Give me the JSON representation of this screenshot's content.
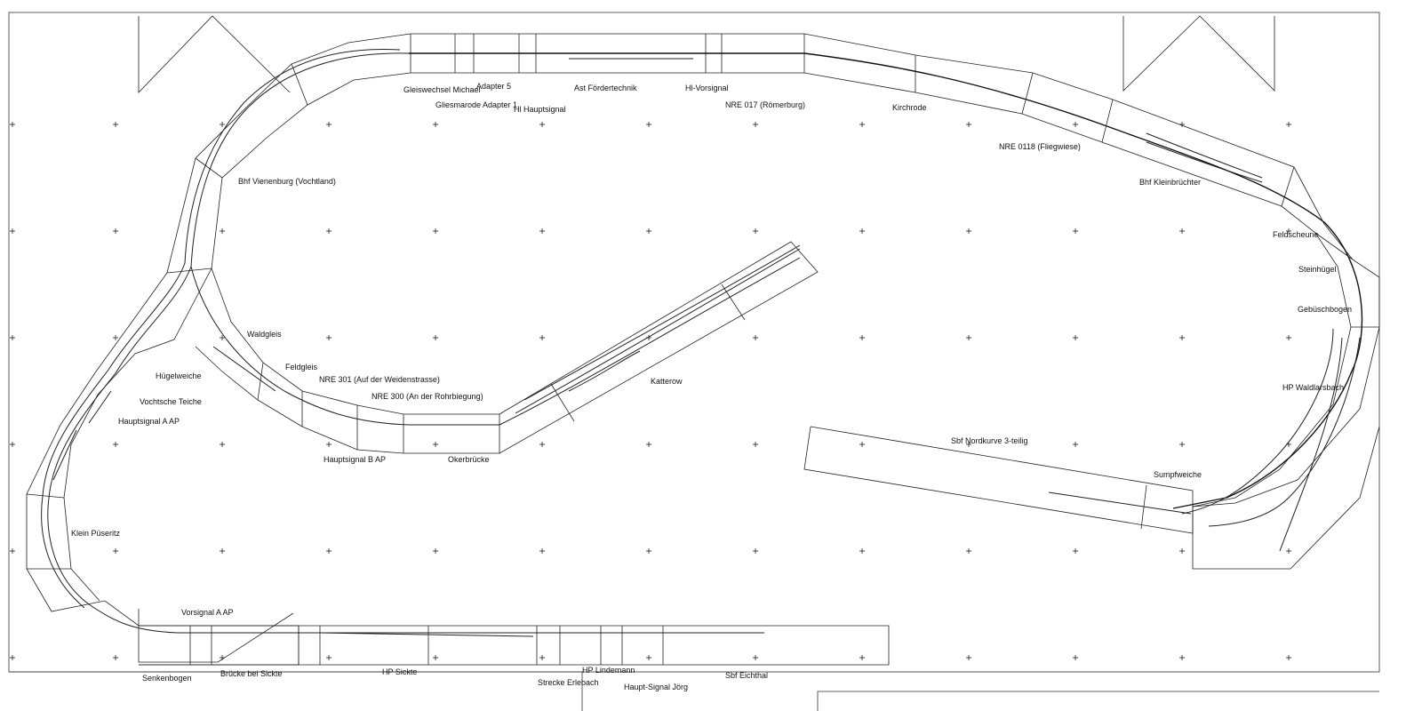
{
  "labels": {
    "gleiswechsel_michael": "Gleiswechsel Michael",
    "adapter_5": "Adapter 5",
    "gliesmarode_adapter": "Gliesmarode Adapter 1",
    "hl_hauptsignal": "Hl Hauptsignal",
    "ast_foerdertechnik": "Ast Fördertechnik",
    "hl_vorsignal": "Hl-Vorsignal",
    "nre_017": "NRE 017 (Römerburg)",
    "kirchrode": "Kirchrode",
    "nre_0118": "NRE 0118 (Fliegwiese)",
    "bhf_kleinbruechter": "Bhf Kleinbrüchter",
    "feldscheune": "Feldscheune",
    "steinhuegel": "Steinhügel",
    "gebueschbogen": "Gebüschbogen",
    "hp_waldlarsbach": "HP Waldlarsbach",
    "sbf_nordkurve": "Sbf Nordkurve 3-teilig",
    "sumpfweiche": "Sumpfweiche",
    "bhf_vienenburg": "Bhf Vienenburg (Vochtland)",
    "waldgleis": "Waldgleis",
    "feldgleis": "Feldgleis",
    "nre_301": "NRE 301 (Auf der Weidenstrasse)",
    "nre_300": "NRE 300 (An der Rohrbiegung)",
    "katterow": "Katterow",
    "huegelweiche": "Hügelweiche",
    "vochtsche_teiche": "Vochtsche Teiche",
    "hauptsignal_a": "Hauptsignal A AP",
    "hauptsignal_b": "Hauptsignal B AP",
    "okerbruecke": "Okerbrücke",
    "klein_pueseritz": "Klein Püseritz",
    "vorsignal_a": "Vorsignal A AP",
    "senkenbogen": "Senkenbogen",
    "bruecke_sickte": "Brücke bei Sickte",
    "hp_sickte": "HP Sickte",
    "hp_lindemann": "HP Lindemann",
    "strecke_erlebach": "Strecke Erlebach",
    "haupt_signal_joerg": "Haupt-Signal Jörg",
    "sbf_eichthal": "Sbf Eichthal"
  },
  "colors": {
    "background": "#ffffff",
    "line": "#222222",
    "text": "#111111"
  }
}
